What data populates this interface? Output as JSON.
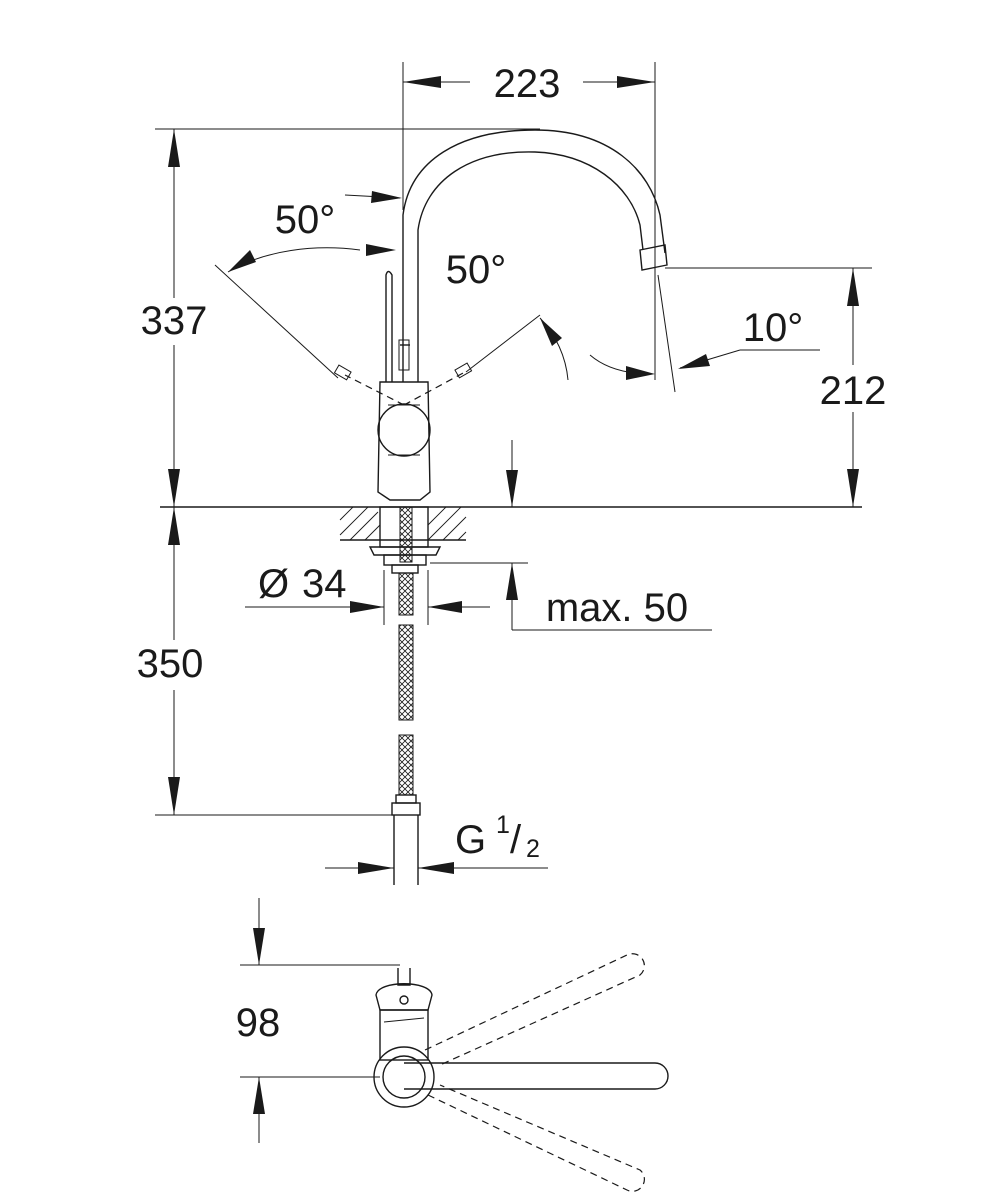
{
  "dimensions": {
    "reach": "223",
    "total_height": "337",
    "spout_height": "212",
    "swivel_left": "50°",
    "swivel_right": "50°",
    "spout_tilt": "10°",
    "base_diameter_symbol": "Ø",
    "base_diameter": "34",
    "counter_thickness": "max. 50",
    "hose_length": "350",
    "connection_thread": "G",
    "connection_numerator": "1",
    "connection_slash": "/",
    "connection_denominator": "2",
    "handle_depth": "98"
  }
}
